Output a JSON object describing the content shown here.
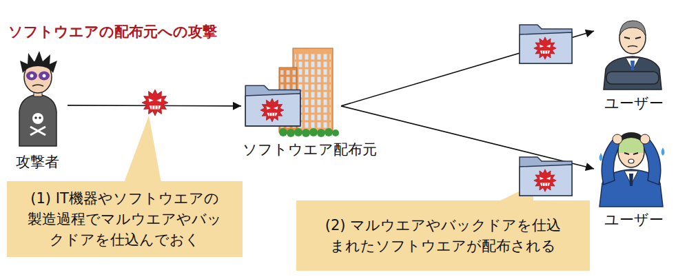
{
  "diagram": {
    "title": "ソフトウエアの配布元への攻撃",
    "nodes": [
      {
        "text": [
          "攻撃者"
        ]
      },
      {
        "text": [
          "ソフトウエア配布元"
        ]
      },
      {
        "text": [
          "ユーザー"
        ]
      },
      {
        "text": [
          "ユーザー"
        ]
      },
      {
        "text": [
          "(1) IT機器やソフトウエアの製造過程でマルウエアやバックドアを仕込んでおく"
        ]
      },
      {
        "text": [
          "(2) マルウエアやバックドアを仕込まれたソフトウエアが配布される"
        ]
      }
    ],
    "edges": [
      {
        "from": 0,
        "to": 1,
        "arrow": "to"
      },
      {
        "from": 1,
        "to": 2,
        "arrow": "to"
      },
      {
        "from": 1,
        "to": 3,
        "arrow": "to"
      }
    ]
  }
}
